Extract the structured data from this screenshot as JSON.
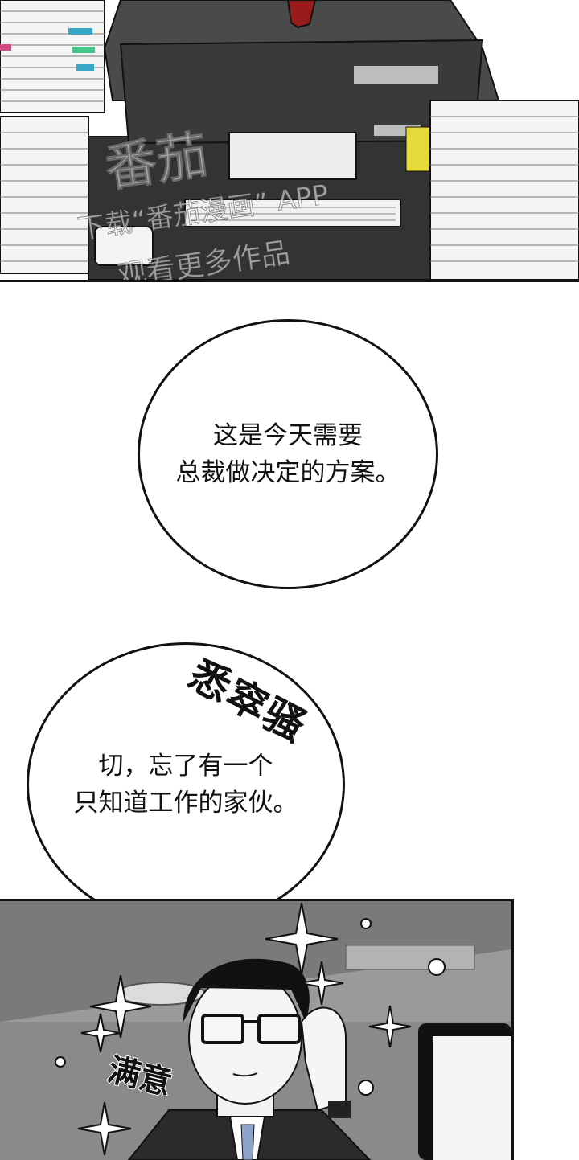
{
  "panels": {
    "top": {
      "watermark": {
        "brand": "番茄",
        "line1": "下载“番茄漫画” APP",
        "line2": "观看更多作品"
      }
    }
  },
  "bubbles": [
    {
      "lines": [
        "这是今天需要",
        "总裁做决定的方案。"
      ]
    },
    {
      "lines": [
        "切，忘了有一个",
        "只知道工作的家伙。"
      ]
    }
  ],
  "sfx": {
    "rustle": "悉窣骚",
    "satisfied": "满意"
  },
  "colors": {
    "ink": "#111111",
    "paper": "#ffffff",
    "office_gray": "#9a9a9a",
    "desk_dark": "#3a3a3a"
  }
}
